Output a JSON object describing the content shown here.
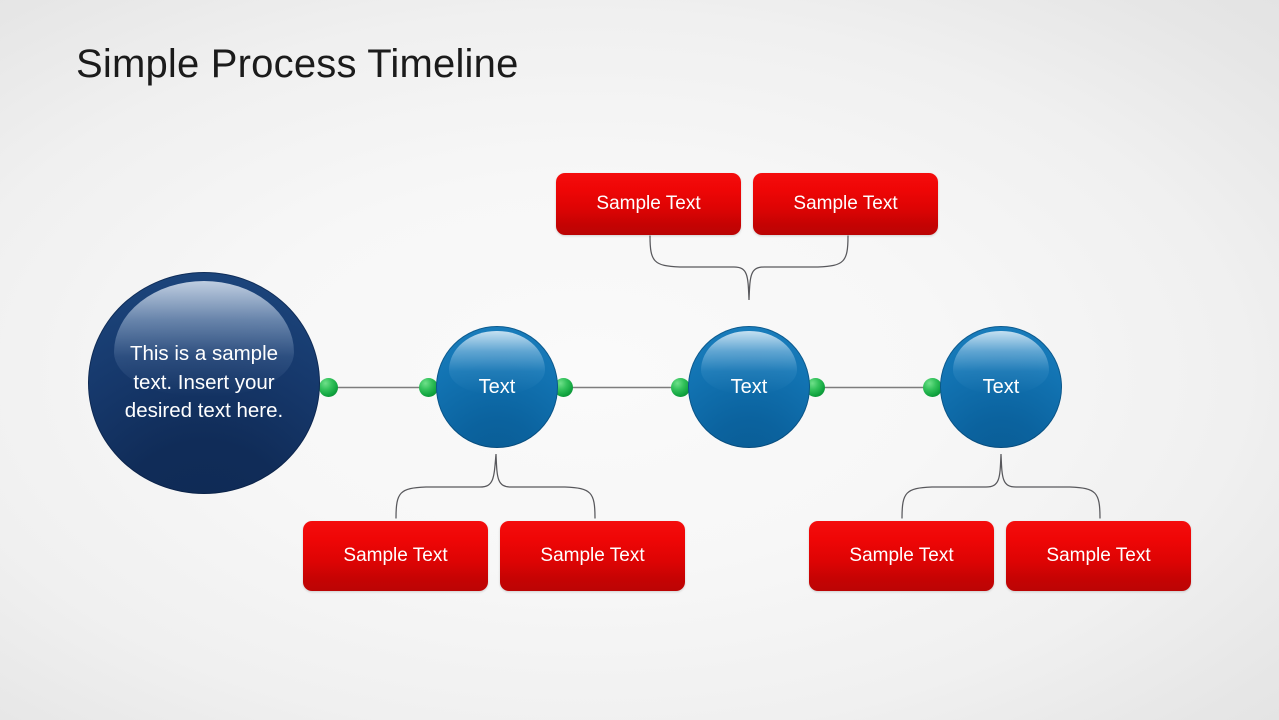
{
  "slide": {
    "title": "Simple Process Timeline",
    "background_center": "#fafafa",
    "background_edge": "#dedede",
    "title_color": "#1b1b1b"
  },
  "palette": {
    "navy": "#173a6d",
    "blue": "#0f6ea9",
    "red": "#dd0404",
    "green": "#11a43f",
    "connector_line": "#7d7d7d",
    "text_on_shape": "#ffffff"
  },
  "nodes": {
    "main": {
      "label": "This is a sample text. Insert your desired text here."
    },
    "steps": [
      {
        "label": "Text"
      },
      {
        "label": "Text"
      },
      {
        "label": "Text"
      }
    ]
  },
  "callouts": {
    "top": [
      {
        "label": "Sample Text"
      },
      {
        "label": "Sample Text"
      }
    ],
    "bottom_left": [
      {
        "label": "Sample Text"
      },
      {
        "label": "Sample Text"
      }
    ],
    "bottom_right": [
      {
        "label": "Sample Text"
      },
      {
        "label": "Sample Text"
      }
    ]
  }
}
